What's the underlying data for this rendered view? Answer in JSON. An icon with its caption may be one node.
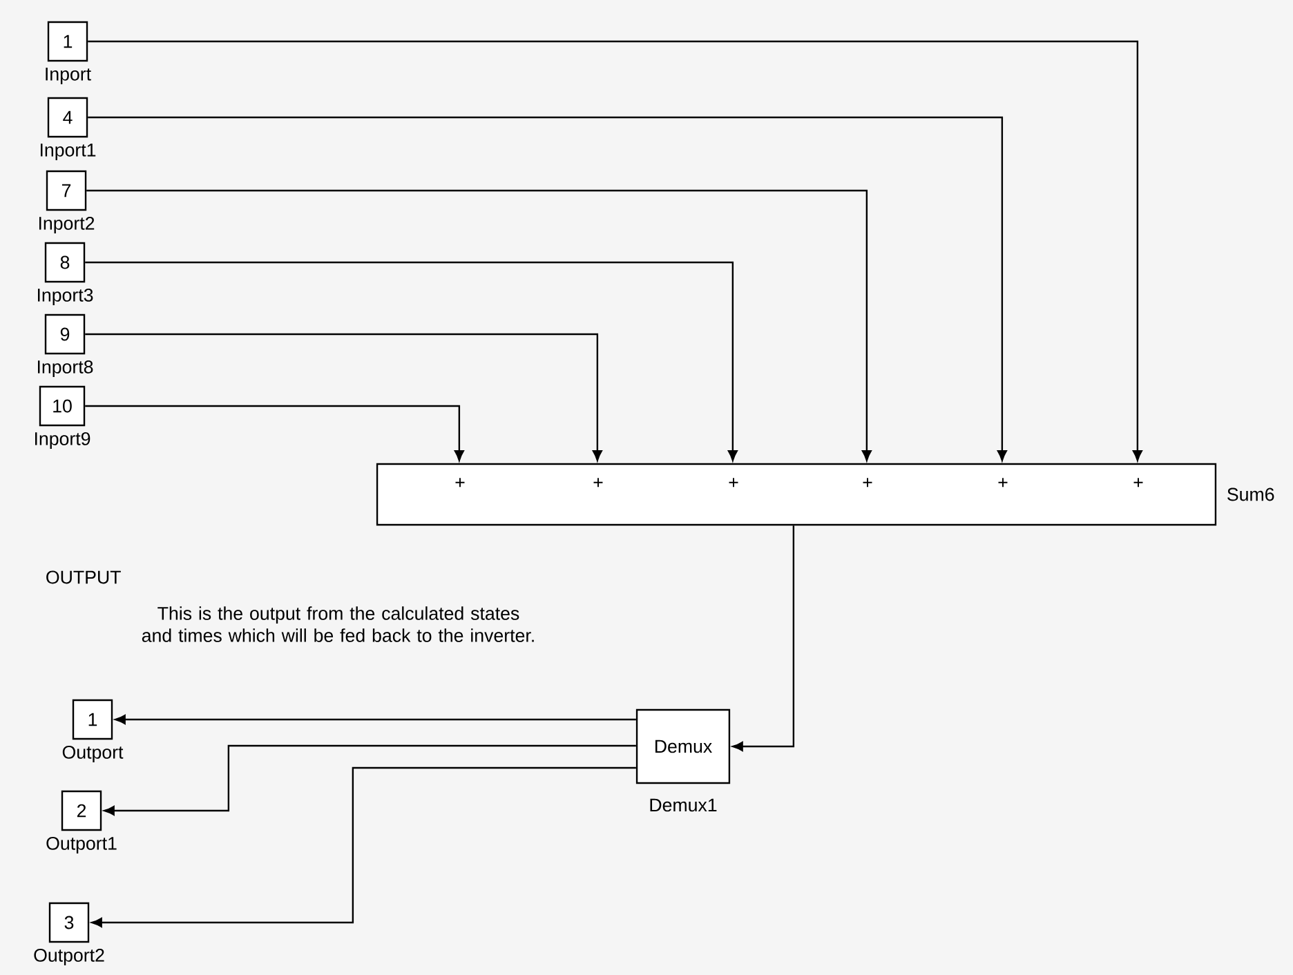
{
  "diagram": {
    "nodes": [
      {
        "text": [
          "1"
        ],
        "beside": [
          "Inport"
        ]
      },
      {
        "text": [
          "4"
        ],
        "beside": [
          "Inport1"
        ]
      },
      {
        "text": [
          "7"
        ],
        "beside": [
          "Inport2"
        ]
      },
      {
        "text": [
          "8"
        ],
        "beside": [
          "Inport3"
        ]
      },
      {
        "text": [
          "9"
        ],
        "beside": [
          "Inport8"
        ]
      },
      {
        "text": [
          "10"
        ],
        "beside": [
          "Inport9"
        ]
      },
      {
        "text": [
          "+",
          "+",
          "+",
          "+",
          "+",
          "+"
        ],
        "beside": [
          "Sum6"
        ]
      },
      {
        "text": [
          "Demux"
        ],
        "beside": [
          "Demux1"
        ]
      },
      {
        "text": [
          "1"
        ],
        "beside": [
          "Outport"
        ]
      },
      {
        "text": [
          "2"
        ],
        "beside": [
          "Outport1"
        ]
      },
      {
        "text": [
          "3"
        ],
        "beside": [
          "Outport2"
        ]
      }
    ],
    "edges": [
      {
        "from": 0,
        "to": 6,
        "arrow": "to"
      },
      {
        "from": 1,
        "to": 6,
        "arrow": "to"
      },
      {
        "from": 2,
        "to": 6,
        "arrow": "to"
      },
      {
        "from": 3,
        "to": 6,
        "arrow": "to"
      },
      {
        "from": 4,
        "to": 6,
        "arrow": "to"
      },
      {
        "from": 5,
        "to": 6,
        "arrow": "to"
      },
      {
        "from": 6,
        "to": 7,
        "arrow": "to"
      },
      {
        "from": 7,
        "to": 8,
        "arrow": "to"
      },
      {
        "from": 7,
        "to": 9,
        "arrow": "to"
      },
      {
        "from": 7,
        "to": 10,
        "arrow": "to"
      }
    ],
    "labels": [
      "OUTPUT",
      "This is the output from the calculated states and times which will be fed back to the inverter."
    ]
  }
}
